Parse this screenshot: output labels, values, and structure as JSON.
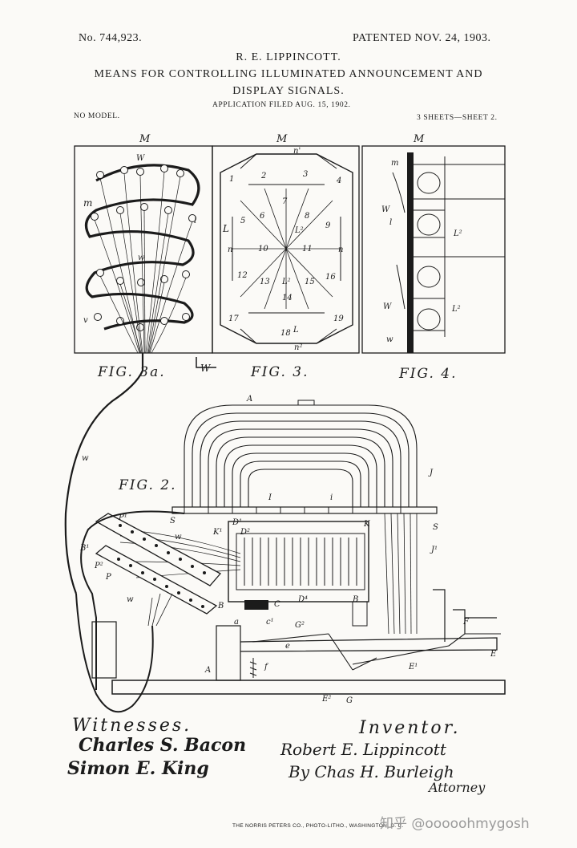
{
  "header": {
    "patent_number": "No. 744,923.",
    "patented_date": "PATENTED NOV. 24, 1903.",
    "inventor_name": "R. E. LIPPINCOTT.",
    "title_line1": "MEANS FOR CONTROLLING ILLUMINATED ANNOUNCEMENT AND",
    "title_line2": "DISPLAY SIGNALS.",
    "application": "APPLICATION FILED AUG. 15, 1902.",
    "model": "NO MODEL.",
    "sheets": "3 SHEETS—SHEET 2."
  },
  "figures": {
    "fig3a": "FIG. 3a.",
    "fig3": "FIG. 3.",
    "fig4": "FIG. 4.",
    "fig2": "FIG. 2."
  },
  "panel_labels": {
    "m_a": "M",
    "m_b": "M",
    "m_c": "M",
    "w": "W",
    "m": "m",
    "l": "l",
    "w_small": "w",
    "v": "v",
    "w_bottom": "W",
    "n_top": "n'",
    "n_left": "n",
    "n_right": "n",
    "n_bottom": "n²",
    "l_left": "L",
    "l2_a": "L²",
    "l2_b": "L²",
    "l_bottom": "L",
    "fig4_m": "m",
    "fig4_w": "W",
    "fig4_l": "l",
    "fig4_l2a": "L²",
    "fig4_w2": "W",
    "fig4_l2b": "L²",
    "fig4_w3": "w"
  },
  "display_numbers": [
    "1",
    "2",
    "3",
    "4",
    "5",
    "6",
    "7",
    "8",
    "9",
    "10",
    "11",
    "12",
    "13",
    "14",
    "15",
    "16",
    "17",
    "18",
    "19"
  ],
  "fig2_labels": {
    "a": "A",
    "j": "J",
    "j1": "J¹",
    "s_left": "S",
    "s_right": "S",
    "i1": "I",
    "i2": "i",
    "p1_top": "P¹",
    "b1": "B¹",
    "p2": "P²",
    "p": "P",
    "w_a": "w",
    "w_b": "w",
    "k1": "K¹",
    "d2": "D²",
    "k": "K",
    "d1": "D¹",
    "b2": "B",
    "b3": "B",
    "c": "C",
    "d4": "D⁴",
    "a_small": "a",
    "c1": "c¹",
    "g2": "G²",
    "e": "e",
    "f": "f",
    "f_cap": "F",
    "e_cap": "E",
    "e1": "E¹",
    "a_left": "A",
    "e2": "E²",
    "g": "G",
    "w_left": "w"
  },
  "signatures": {
    "witnesses_label": "Witnesses.",
    "witness1": "Charles S. Bacon",
    "witness2": "Simon E. King",
    "inventor_label": "Inventor.",
    "inventor_sig": "Robert E. Lippincott",
    "attorney_line": "By Chas H. Burleigh",
    "attorney_role": "Attorney"
  },
  "footer": {
    "printer": "THE NORRIS PETERS CO., PHOTO-LITHO., WASHINGTON, D. C.",
    "watermark": "知乎 @ooooohmygosh"
  },
  "colors": {
    "ink": "#1b1b1b",
    "paper": "#fbfaf7",
    "watermark": "#9a9a9a"
  }
}
